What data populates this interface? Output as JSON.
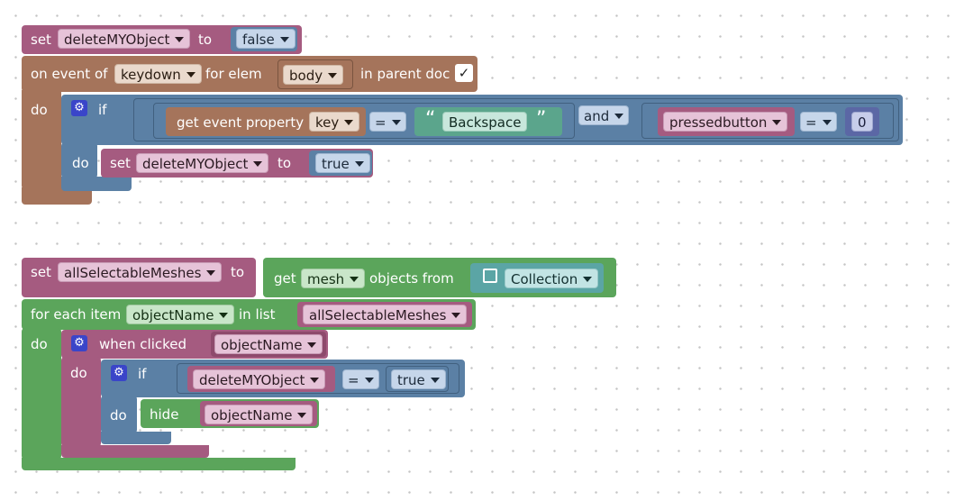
{
  "workspace": {
    "stack1": {
      "set1": {
        "set_label": "set",
        "var": "deleteMYObject",
        "to_label": "to",
        "value": "false"
      },
      "event": {
        "on_label": "on event of",
        "event_type": "keydown",
        "for_elem_label": "for elem",
        "elem": "body",
        "in_parent_label": "in parent doc",
        "checked": "✓",
        "do_label": "do"
      },
      "if1": {
        "if_label": "if",
        "get_prop_label": "get event property",
        "prop": "key",
        "op1": "=",
        "quote_open": "“",
        "text": "Backspace",
        "quote_close": "”",
        "and_label": "and",
        "var2": "pressedbutton",
        "op2": "=",
        "num": "0",
        "do_label": "do",
        "set2": {
          "set_label": "set",
          "var": "deleteMYObject",
          "to_label": "to",
          "value": "true"
        }
      }
    },
    "stack2": {
      "set3": {
        "set_label": "set",
        "var": "allSelectableMeshes",
        "to_label": "to",
        "get_label": "get",
        "obj_type": "mesh",
        "objects_from_label": "objects from",
        "collection": "Collection"
      },
      "foreach": {
        "label": "for each item",
        "var": "objectName",
        "in_list_label": "in list",
        "list": "allSelectableMeshes",
        "do_label": "do"
      },
      "clicked": {
        "label": "when clicked",
        "var": "objectName",
        "do_label": "do"
      },
      "if2": {
        "if_label": "if",
        "var": "deleteMYObject",
        "op": "=",
        "value": "true",
        "do_label": "do",
        "hide": {
          "label": "hide",
          "var": "objectName"
        }
      }
    }
  }
}
